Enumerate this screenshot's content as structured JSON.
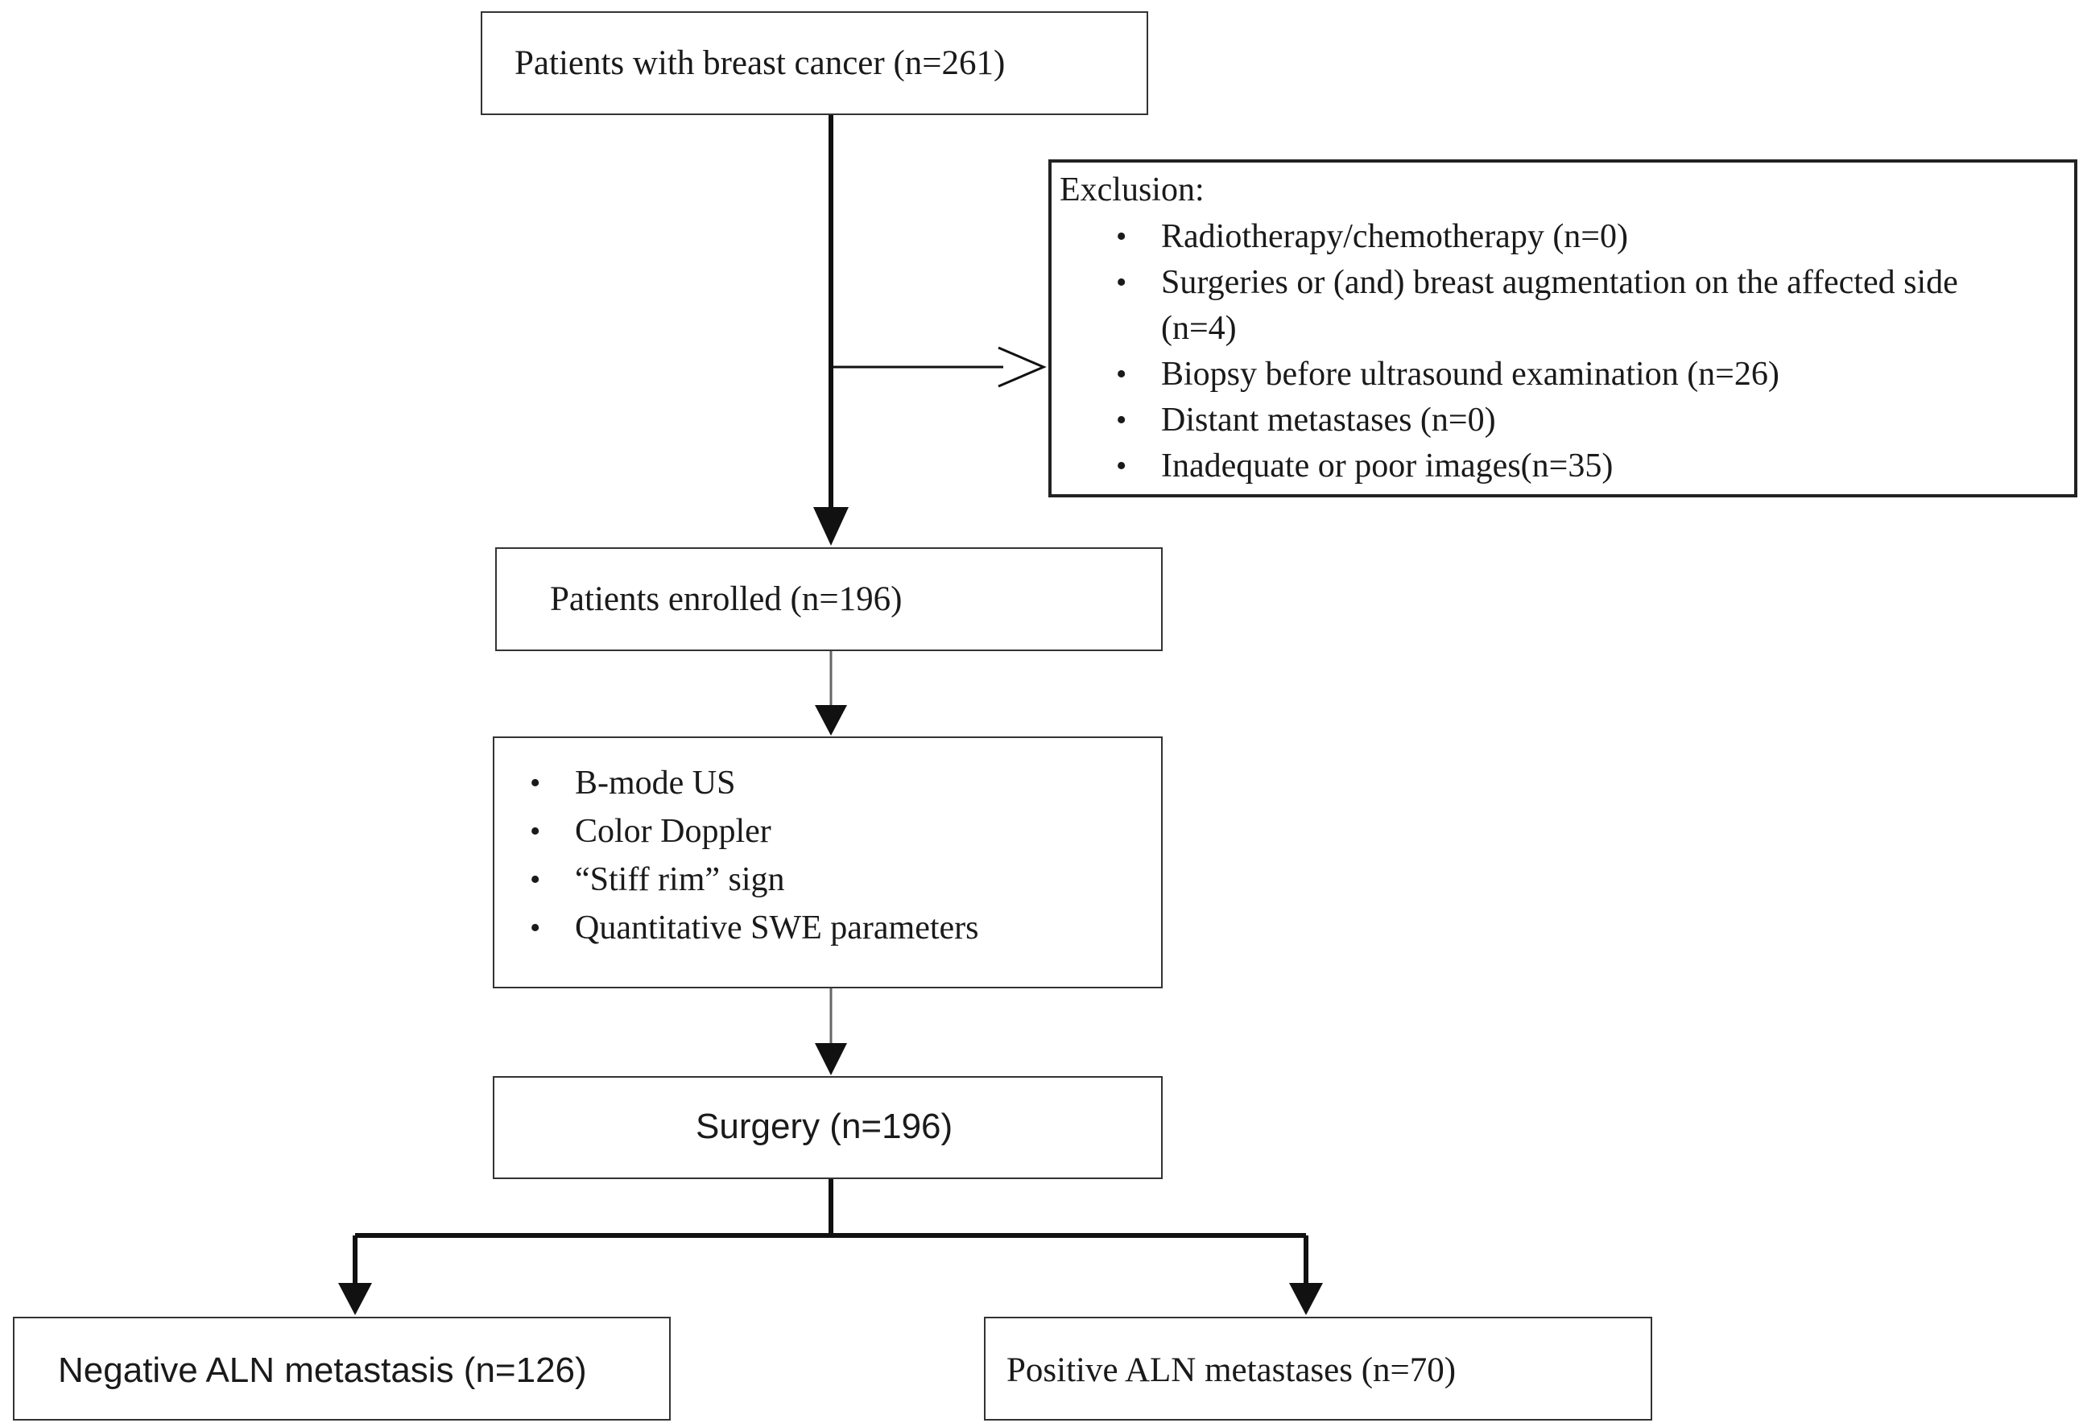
{
  "diagram": {
    "total": {
      "label": "Patients with breast cancer (n=261)"
    },
    "exclusion": {
      "title": "Exclusion:",
      "items": [
        "Radiotherapy/chemotherapy (n=0)",
        "Surgeries or (and) breast augmentation on the affected side",
        "(n=4)",
        "Biopsy before ultrasound examination (n=26)",
        "Distant metastases (n=0)",
        "Inadequate or poor images(n=35)"
      ]
    },
    "enrolled": {
      "label": "Patients enrolled (n=196)"
    },
    "methods": {
      "items": [
        "B-mode US",
        "Color Doppler",
        "“Stiff rim” sign",
        "Quantitative SWE parameters"
      ]
    },
    "surgery": {
      "label": "Surgery (n=196)"
    },
    "negative": {
      "label": "Negative ALN metastasis (n=126)"
    },
    "positive": {
      "label": "Positive ALN metastases (n=70)"
    }
  }
}
